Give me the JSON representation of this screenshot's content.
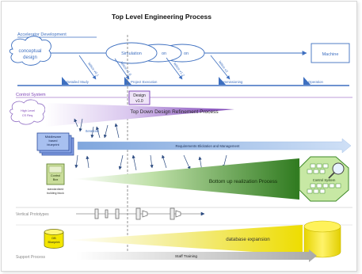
{
  "title": "Top Level Engineering Process",
  "lanes": {
    "accelerator": "Accelerator Development",
    "control": "Control System",
    "vertical": "Vertical Prototypes",
    "support": "Support Process"
  },
  "nodes": {
    "conceptual_line1": "conceptual",
    "conceptual_line2": "design",
    "simulation": "Simulation",
    "sim_frag1": "on",
    "sim_frag2": "on",
    "machine": "Machine",
    "design_line1": "Design",
    "design_line2": "v1.0"
  },
  "phases": [
    "Detailed Study",
    "Project Execution",
    "Commissioning",
    "Operation"
  ],
  "iterations": [
    "lattice v0.1",
    "lattice v1.0",
    "lattice v1.2",
    "lattice v2"
  ],
  "control": {
    "cloud_line1": "High Level",
    "cloud_line2": "CS Req.",
    "iterations_label": "Iterations",
    "top_down": "Top Down Design Refinement Process",
    "requirements": "Requirements Elicitation and Management",
    "middleware_line1": "Middleware",
    "middleware_line2": "based",
    "middleware_line3": "blueprint",
    "control_box_line1": "Control",
    "control_box_line2": "Box",
    "standardized_line1": "standardized",
    "standardized_line2": "building block",
    "bottom_up": "Bottom up realization Process",
    "control_system": "Control System"
  },
  "support": {
    "db_line1": "DB",
    "db_line2": "Blueprint",
    "database": "database expansion",
    "staff": "Staff Training"
  },
  "colors": {
    "accent_blue": "#3d6fc0",
    "purple": "#7a3fb5",
    "green": "#3f8a2a",
    "light_blue": "#a8c8ee",
    "yellow": "#f2e600",
    "gray": "#999999",
    "control_system_fill": "#c7e8a4"
  }
}
